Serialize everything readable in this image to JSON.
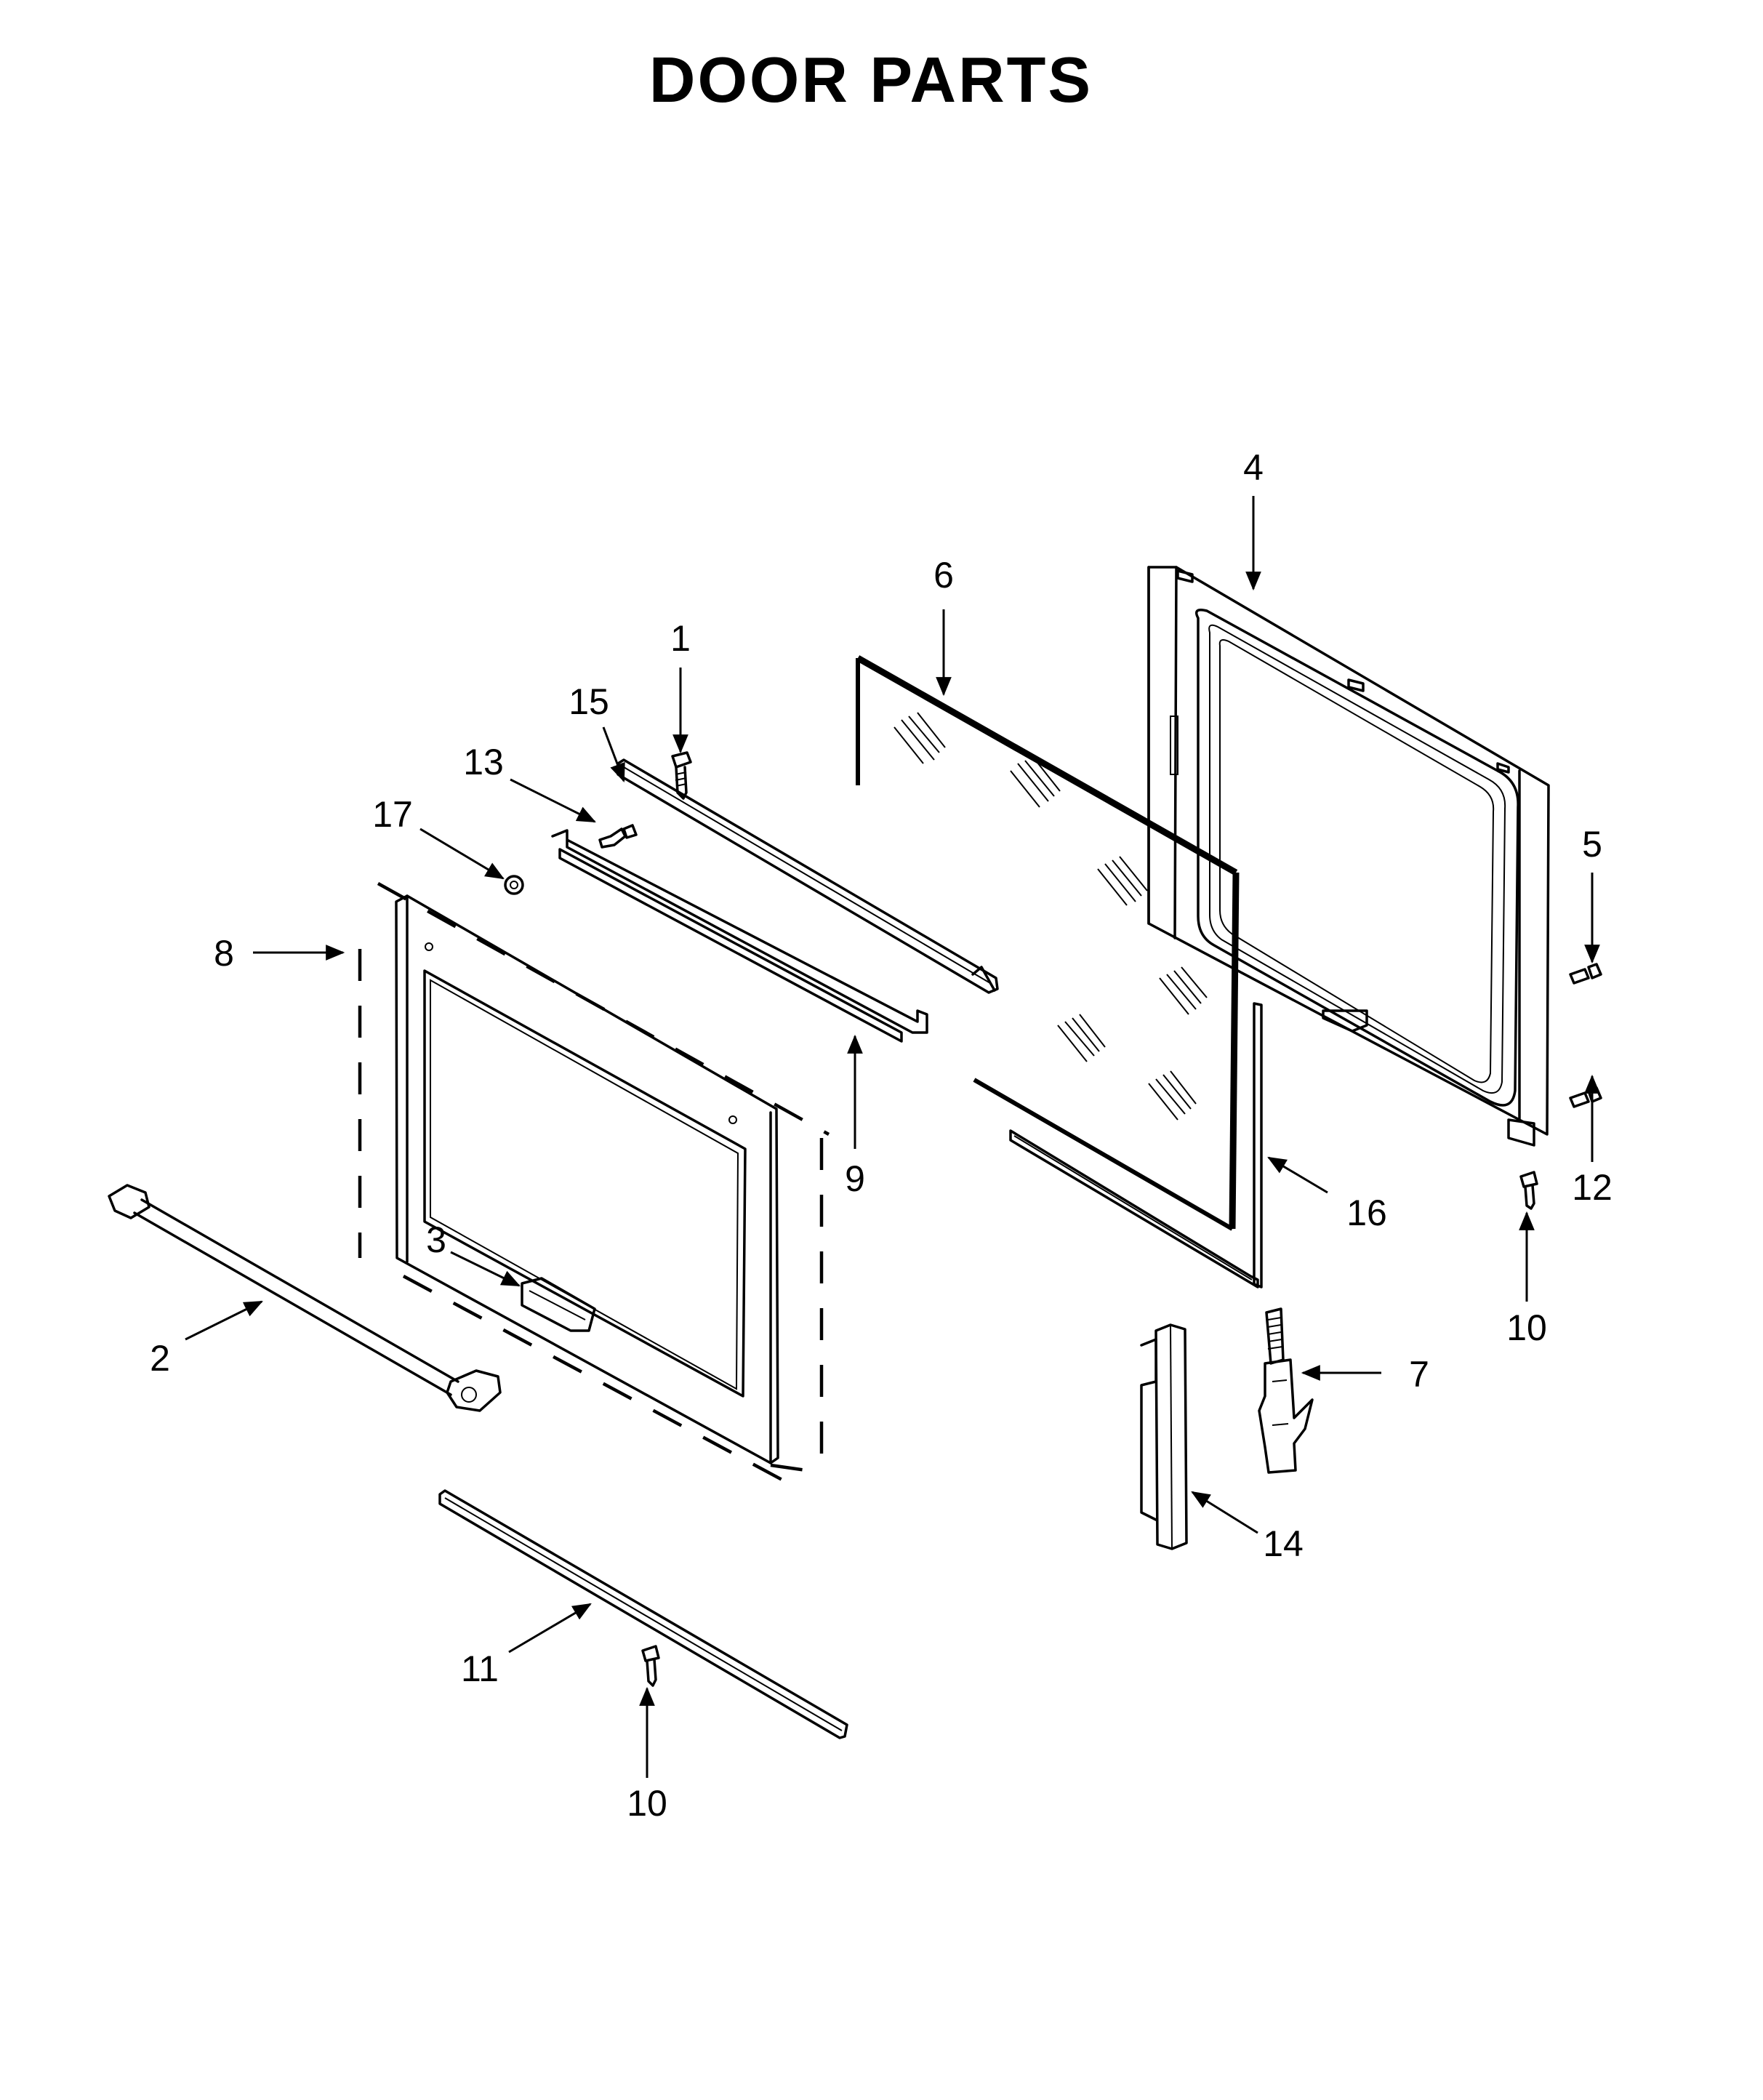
{
  "title": "DOOR PARTS",
  "callouts": {
    "c1": "1",
    "c2": "2",
    "c3": "3",
    "c4": "4",
    "c5": "5",
    "c6": "6",
    "c7": "7",
    "c8": "8",
    "c9": "9",
    "c10a": "10",
    "c10b": "10",
    "c11": "11",
    "c12": "12",
    "c13": "13",
    "c14": "14",
    "c15": "15",
    "c16": "16",
    "c17": "17"
  }
}
